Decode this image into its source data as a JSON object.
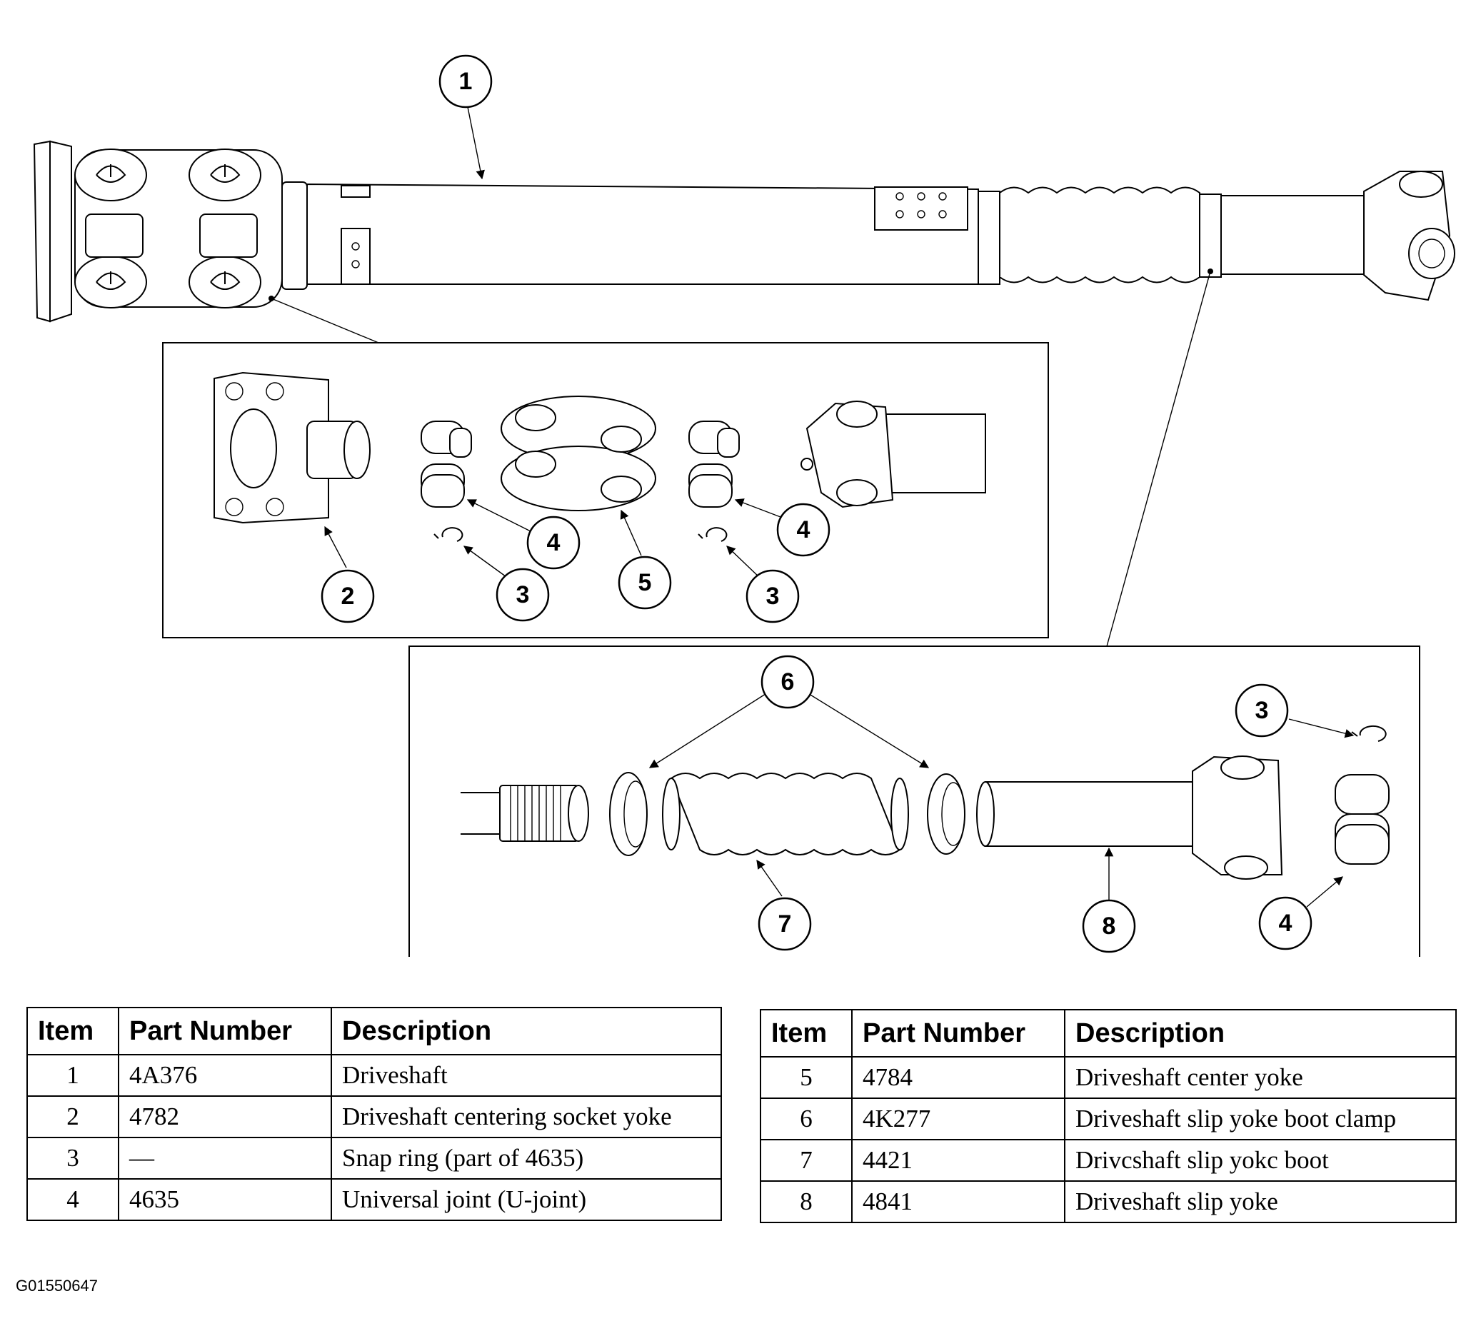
{
  "callouts": {
    "c1": "1",
    "c2": "2",
    "c3a": "3",
    "c3b": "3",
    "c3c": "3",
    "c4a": "4",
    "c4b": "4",
    "c4c": "4",
    "c5": "5",
    "c6": "6",
    "c7": "7",
    "c8": "8"
  },
  "table_left": {
    "headers": [
      "Item",
      "Part Number",
      "Description"
    ],
    "rows": [
      {
        "item": "1",
        "part": "4A376",
        "desc": "Driveshaft"
      },
      {
        "item": "2",
        "part": "4782",
        "desc": "Driveshaft centering socket yoke"
      },
      {
        "item": "3",
        "part": "—",
        "desc": "Snap ring (part of 4635)"
      },
      {
        "item": "4",
        "part": "4635",
        "desc": "Universal joint (U-joint)"
      }
    ]
  },
  "table_right": {
    "headers": [
      "Item",
      "Part Number",
      "Description"
    ],
    "rows": [
      {
        "item": "5",
        "part": "4784",
        "desc": "Driveshaft center yoke"
      },
      {
        "item": "6",
        "part": "4K277",
        "desc": "Driveshaft slip yoke boot clamp"
      },
      {
        "item": "7",
        "part": "4421",
        "desc": "Drivcshaft slip yokc boot"
      },
      {
        "item": "8",
        "part": "4841",
        "desc": "Driveshaft slip yoke"
      }
    ]
  },
  "figure_id": "G01550647"
}
